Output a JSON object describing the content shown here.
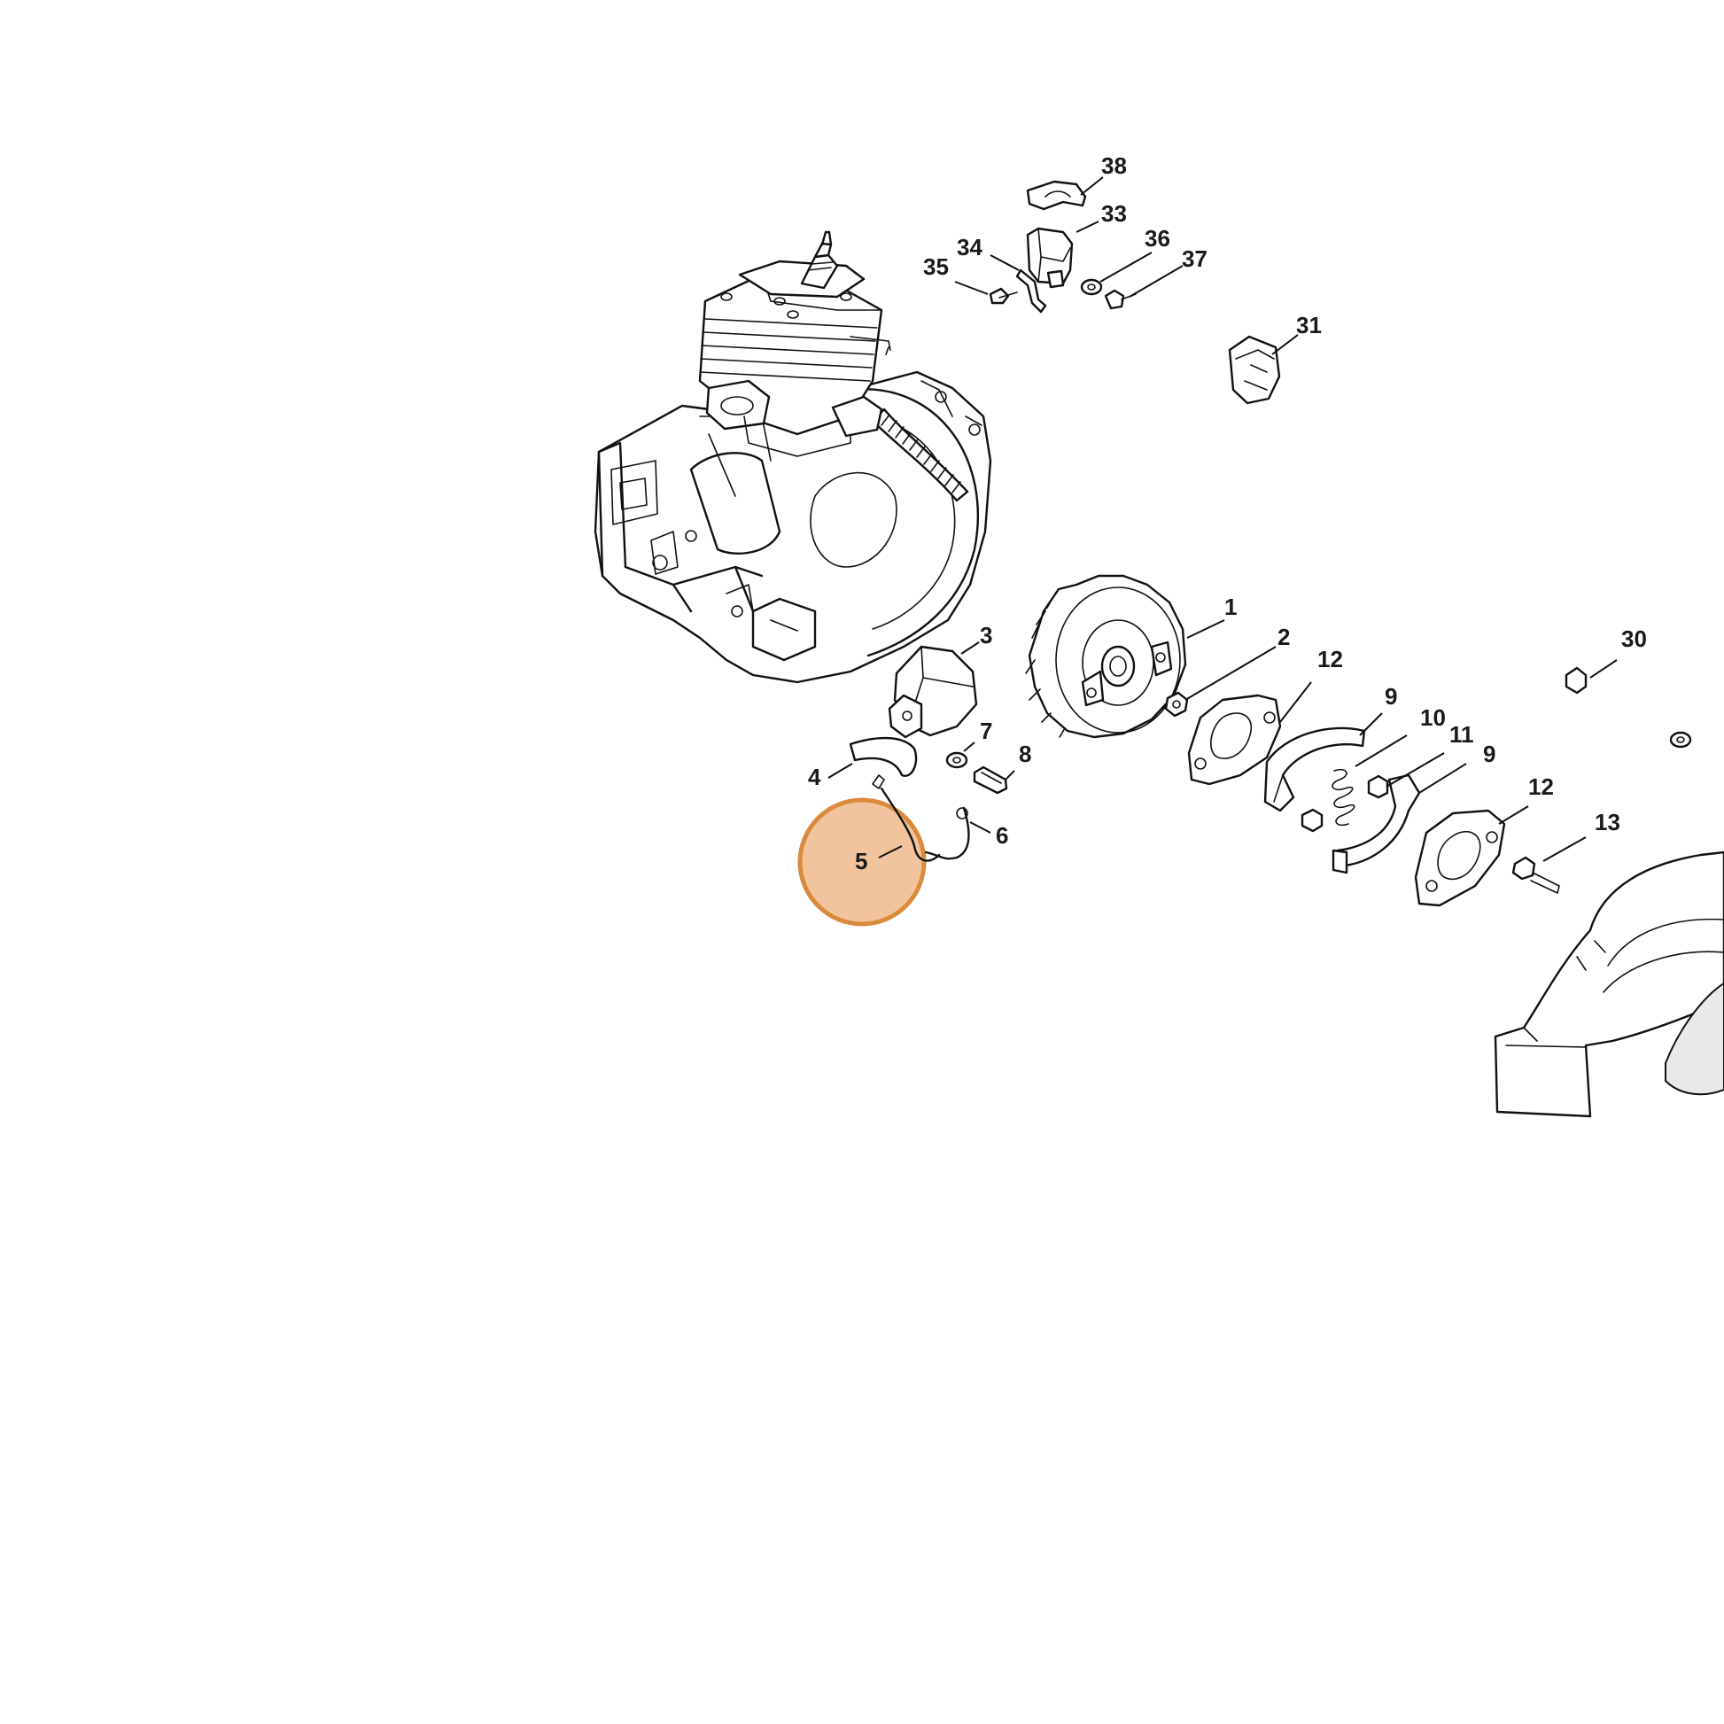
{
  "highlight": {
    "part": "5",
    "fill": "#f2c49d",
    "stroke": "#d98a3c"
  },
  "callouts": [
    {
      "id": "38",
      "text": "38"
    },
    {
      "id": "33",
      "text": "33"
    },
    {
      "id": "34",
      "text": "34"
    },
    {
      "id": "36",
      "text": "36"
    },
    {
      "id": "37",
      "text": "37"
    },
    {
      "id": "35",
      "text": "35"
    },
    {
      "id": "31",
      "text": "31"
    },
    {
      "id": "1",
      "text": "1"
    },
    {
      "id": "3",
      "text": "3"
    },
    {
      "id": "2",
      "text": "2"
    },
    {
      "id": "30",
      "text": "30"
    },
    {
      "id": "12a",
      "text": "12"
    },
    {
      "id": "9a",
      "text": "9"
    },
    {
      "id": "10",
      "text": "10"
    },
    {
      "id": "7",
      "text": "7"
    },
    {
      "id": "11",
      "text": "11"
    },
    {
      "id": "8",
      "text": "8"
    },
    {
      "id": "4",
      "text": "4"
    },
    {
      "id": "9b",
      "text": "9"
    },
    {
      "id": "12b",
      "text": "12"
    },
    {
      "id": "13",
      "text": "13"
    },
    {
      "id": "6",
      "text": "6"
    },
    {
      "id": "5",
      "text": "5"
    }
  ]
}
